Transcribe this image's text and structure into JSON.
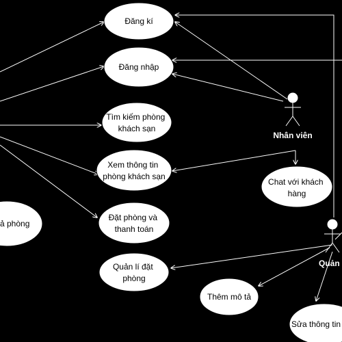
{
  "use_cases": {
    "dang_ki": [
      "Đăng kí"
    ],
    "dang_nhap": [
      "Đăng nhập"
    ],
    "tim_kiem": [
      "Tìm kiếm phòng",
      "khách sạn"
    ],
    "xem_thong_tin": [
      "Xem thông tin",
      "phòng khách sạn"
    ],
    "dat_phong": [
      "Đặt phòng và",
      "thanh toán"
    ],
    "partial_left": [
      "ả phòng"
    ],
    "chat": [
      "Chat với khách",
      "hàng"
    ],
    "quan_li_dat_phong": [
      "Quản lí đặt",
      "phòng"
    ],
    "them_mo_ta": [
      "Thêm mô tả"
    ],
    "sua_thong_tin": [
      "Sửa thông tin"
    ]
  },
  "actors": {
    "nhan_vien": "Nhân viên",
    "quan_ly": "Quản l"
  },
  "colors": {
    "background": "#000000",
    "line": "#ffffff",
    "ellipse_fill": "#ffffff",
    "text": "#000000"
  }
}
